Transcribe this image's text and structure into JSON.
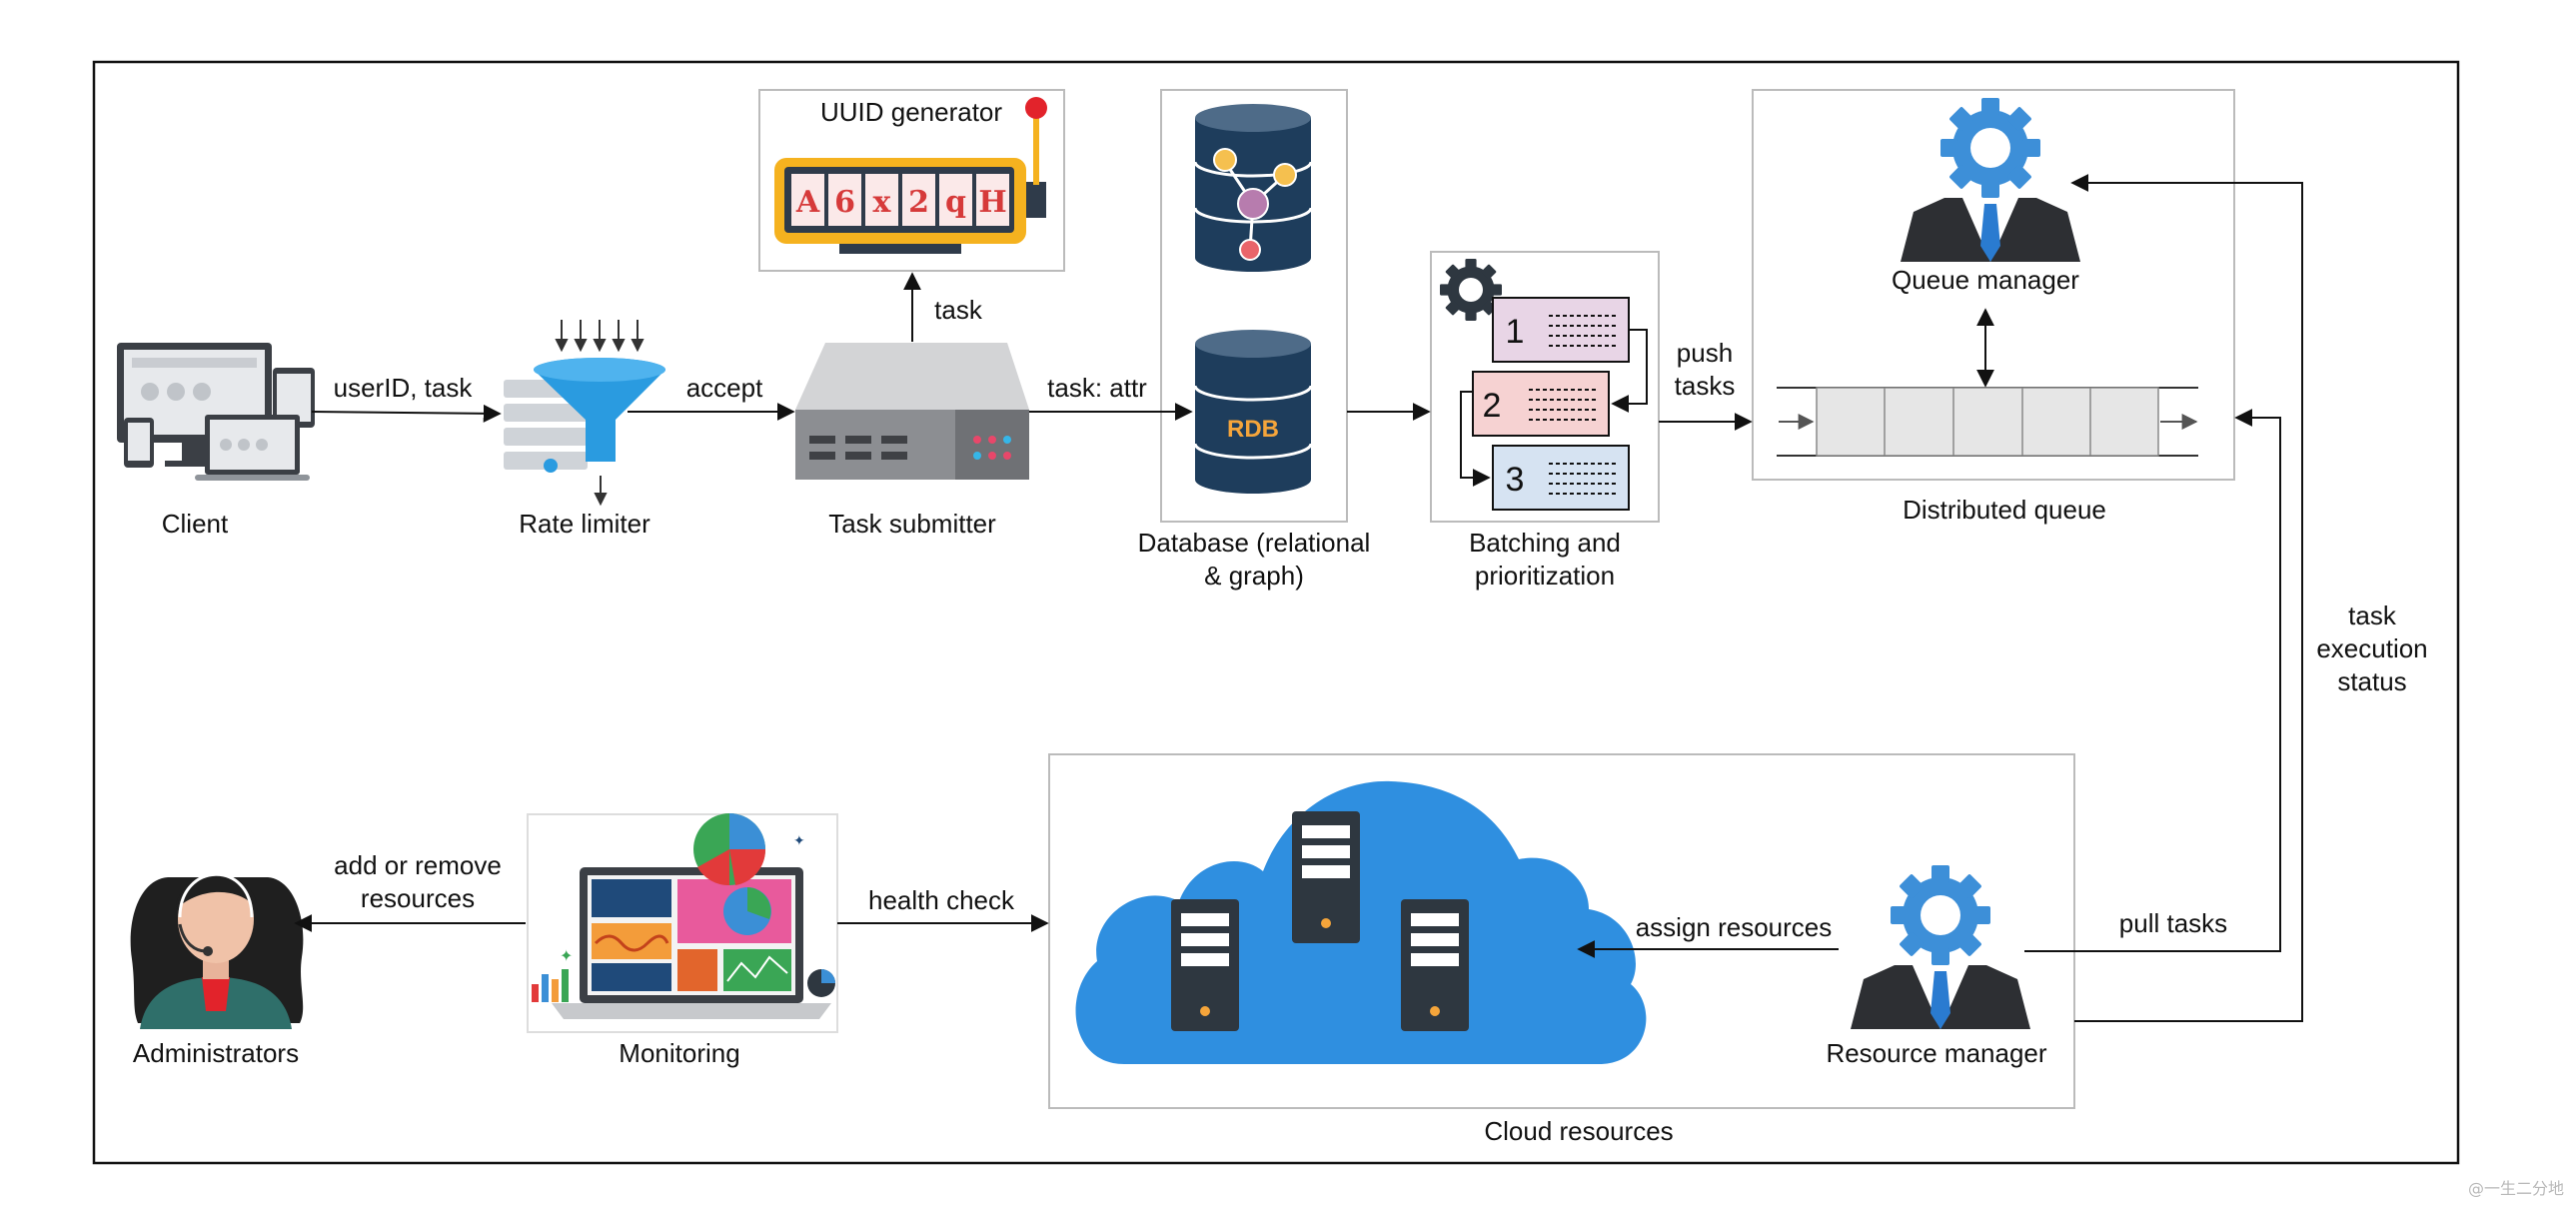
{
  "diagram": {
    "nodes": {
      "client": "Client",
      "rate_limiter": "Rate limiter",
      "task_submitter": "Task submitter",
      "uuid_generator": "UUID generator",
      "database": "Database (relational\n& graph)",
      "batching": "Batching and\nprioritization",
      "distributed_queue": "Distributed queue",
      "queue_manager": "Queue manager",
      "cloud_resources": "Cloud resources",
      "resource_manager": "Resource manager",
      "monitoring": "Monitoring",
      "administrators": "Administrators"
    },
    "edges": {
      "client_to_limiter": "userID, task",
      "limiter_to_submitter": "accept",
      "submitter_to_uuid": "task",
      "submitter_to_db": "task: attr",
      "batching_to_queue": "push\ntasks",
      "status_to_queue": "task\nexecution\nstatus",
      "queue_to_resource": "pull tasks",
      "resource_to_cloud": "assign resources",
      "monitoring_to_cloud": "health check",
      "monitoring_to_admin": "add or remove\nresources"
    },
    "uuid_chars": [
      "A",
      "6",
      "x",
      "2",
      "q",
      "H"
    ],
    "db_label": "RDB",
    "batch_numbers": [
      "1",
      "2",
      "3"
    ],
    "watermark": "@一生二分地",
    "colors": {
      "cloud": "#2f8fe0",
      "server": "#2e3740",
      "gear": "#3d8fd8",
      "db": "#1e3d5c",
      "funnel": "#2a9be0",
      "uuid_frame": "#f5b21f",
      "batch_1": "#e8d5e6",
      "batch_2": "#f6d2d2",
      "batch_3": "#d6e3f2"
    }
  }
}
